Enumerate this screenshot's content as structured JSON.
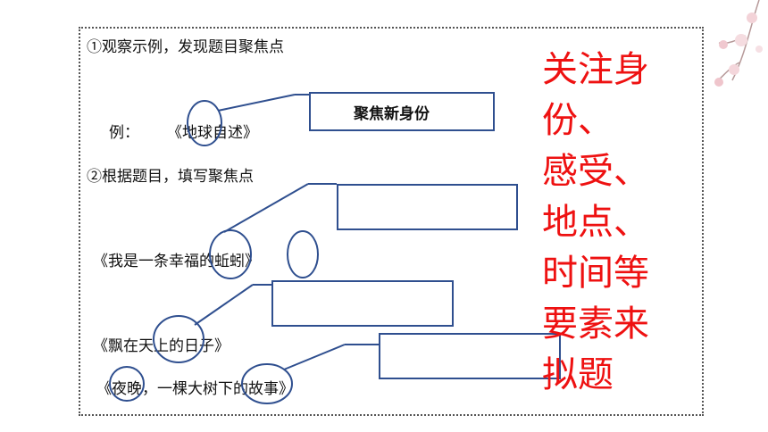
{
  "section1_title": "①观察示例，发现题目聚焦点",
  "example_label": "例：",
  "example_title": "《地球自述》",
  "example_box_text": "聚焦新身份",
  "section2_title": "②根据题目，填写聚焦点",
  "titles": [
    "《我是一条幸福的蚯蚓》",
    "《飘在天上的日子》",
    "《夜晚，一棵大树下的故事》"
  ],
  "red_note_lines": [
    "关注身",
    "份、",
    "感受、",
    "地点、",
    "时间等",
    "要素来",
    "拟题"
  ],
  "colors": {
    "box_border": "#2f4f8f",
    "circle": "#2f4f8f",
    "note": "#ee1111"
  }
}
